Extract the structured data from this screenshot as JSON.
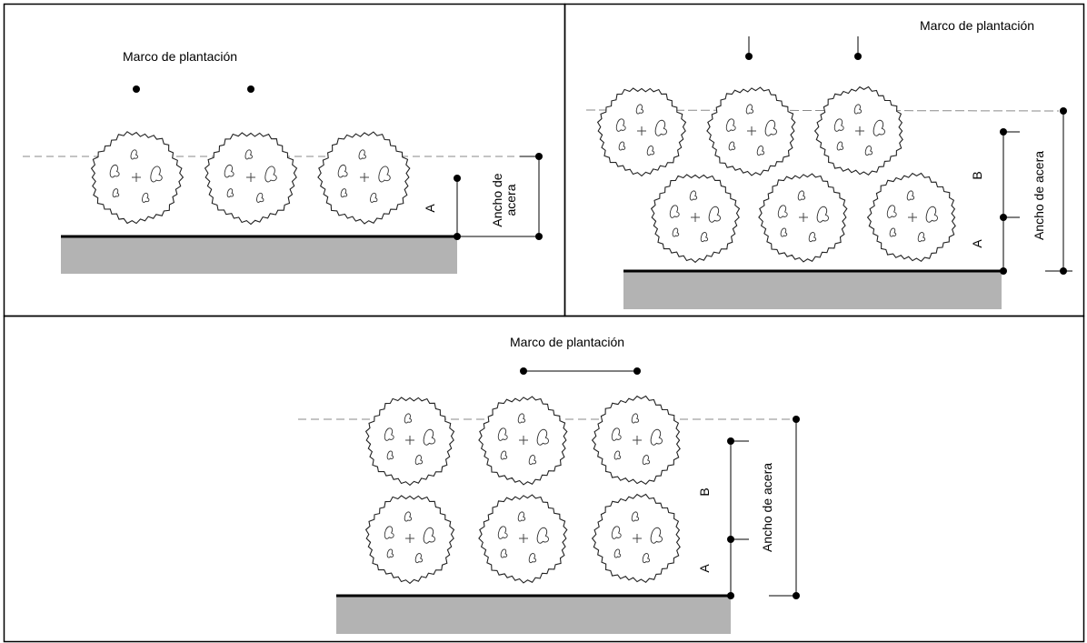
{
  "colors": {
    "frame": "#000000",
    "line": "#000000",
    "sidewalk": "#b3b3b3",
    "dashed_line": "#8a8a8a",
    "tree_outline": "#222222"
  },
  "panels": [
    {
      "title": "Marco de plantación",
      "dim_a": "A",
      "width_label_line1": "Ancho de",
      "width_label_line2": "acera"
    },
    {
      "title": "Marco de plantación",
      "dim_a": "A",
      "dim_b": "B",
      "width_label": "Ancho de acera"
    },
    {
      "title": "Marco de plantación",
      "dim_a": "A",
      "dim_b": "B",
      "width_label": "Ancho de acera"
    }
  ]
}
